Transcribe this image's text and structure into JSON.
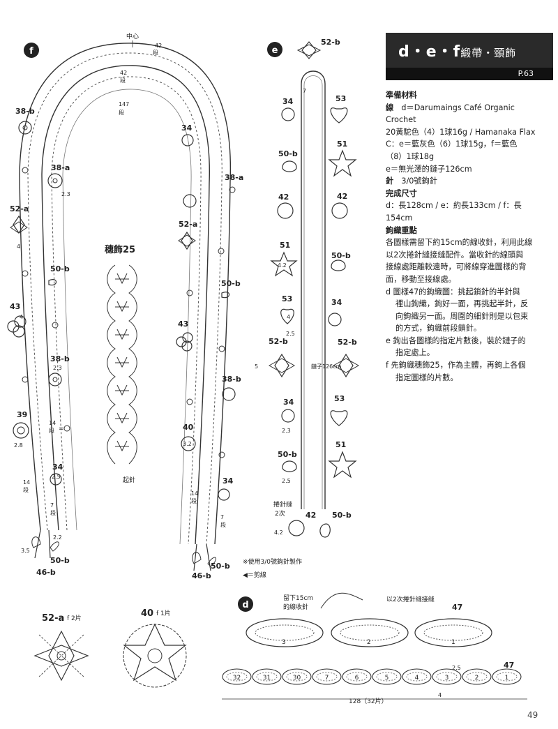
{
  "header": {
    "title": "d・e・f",
    "subtitle": "緞帶・頸飾",
    "page_ref": "P.63"
  },
  "info": {
    "materials_heading": "準備材料",
    "yarn_label": "線",
    "yarn_line1": "d＝Darumaings Café Organic Crochet",
    "yarn_line2": "20黃駝色（4）1球16g / Hamanaka Flax",
    "yarn_line3": "C：e＝藍灰色（6）1球15g，f＝藍色",
    "yarn_line4": "（8）1球18g",
    "chain_line": "e＝無光澤的鏈子126cm",
    "hook_label": "針",
    "hook_value": "3/0號鉤針",
    "size_heading": "完成尺寸",
    "size_line1": "d：長128cm / e：約長133cm / f：長",
    "size_line2": "154cm",
    "points_heading": "鉤織重點",
    "points_p1_l1": "各圖樣需留下約15cm的線收針，利用此線",
    "points_p1_l2": "以2次捲針縫接縫配件。當收針的線頭與",
    "points_p1_l3": "接線處距離較遠時，可將線穿進圖樣的背",
    "points_p1_l4": "面，移動至接線處。",
    "points_d_l1": "d 圖樣47的鉤織圖：挑起鎖針的半針與",
    "points_d_l2": "裡山鉤織，鉤好一面，再挑起半針，反",
    "points_d_l3": "向鉤織另一面。周圍的細針則是以包束",
    "points_d_l4": "的方式，鉤織前段鎖針。",
    "points_e_l1": "e 鉤出各圖樣的指定片數後，裝於鏈子的",
    "points_e_l2": "指定處上。",
    "points_f_l1": "f 先鉤織穗飾25，作為主體，再鉤上各個",
    "points_f_l2": "指定圖樣的片數。"
  },
  "f_diagram": {
    "letter": "f",
    "center": "中心",
    "r42a": "42",
    "r42b": "42",
    "duan": "段",
    "r147": "147",
    "tassel_title": "穗飾25",
    "start_stitch": "起針",
    "n14a": "14",
    "n14b": "14",
    "n7a": "7",
    "n7b": "7",
    "eq": "=",
    "m23": "2.3",
    "m28": "2.8",
    "m25": "2.5",
    "m32": "3.2",
    "m4": "4",
    "m22": "2.2",
    "m35": "3.5",
    "labels": {
      "m38b": "38-b",
      "m38a": "38-a",
      "m52a": "52-a",
      "m50b": "50-b",
      "m43": "43",
      "m39": "39",
      "m34": "34",
      "m46b": "46-b",
      "m40": "40"
    }
  },
  "e_diagram": {
    "letter": "e",
    "labels": {
      "m52b": "52-b",
      "m53": "53",
      "m34": "34",
      "m51": "51",
      "m50b": "50-b",
      "m42": "42"
    },
    "chain_label": "鏈子126cm",
    "seven": "7",
    "m42v": "4.2",
    "m4": "4",
    "m25": "2.5",
    "m5": "5",
    "m23": "2.3",
    "whip_label": "捲針縫",
    "whip_times": "2次",
    "note1": "※使用3/0號鉤針製作",
    "note2": "◀＝剪線"
  },
  "d_diagram": {
    "letter": "d",
    "leave_thread_l1": "留下15cm",
    "leave_thread_l2": "的線收針",
    "join_label": "以2次捲針縫接縫",
    "motif47": "47",
    "pieces_total": "128（32片）",
    "m25": "2.5",
    "m4": "4",
    "row_numbers_top": [
      "3",
      "2",
      "1"
    ],
    "strip_numbers": [
      "32",
      "31",
      "30",
      "7",
      "6",
      "5",
      "4",
      "3",
      "2",
      "1"
    ]
  },
  "charts": {
    "c52a_label": "52-a",
    "c52a_note": "f 2片",
    "c40_label": "40",
    "c40_note": "f 1片"
  },
  "page_number": "49"
}
